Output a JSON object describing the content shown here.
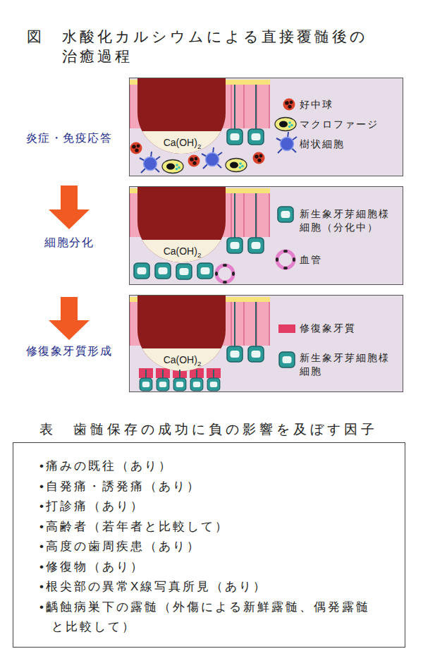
{
  "diagram": {
    "title": "図　水酸化カルシウムによる直接覆髄後の治癒過程",
    "nodes": [
      {
        "text": [
          "炎症・免疫応答"
        ]
      },
      {
        "text": [
          "Ca(OH)2"
        ]
      },
      {
        "text": [
          "細胞分化"
        ]
      },
      {
        "text": [
          "Ca(OH)2"
        ]
      },
      {
        "text": [
          "修復象牙質形成"
        ]
      },
      {
        "text": [
          "Ca(OH)2"
        ]
      },
      {
        "text": [
          "表　歯髄保存の成功に負の影響を及ぼす因子",
          "•痛みの既往（あり）",
          "•自発痛・誘発痛（あり）",
          "•打診痛（あり）",
          "•高齢者（若年者と比較して）",
          "•高度の歯周疾患（あり）",
          "•修復物（あり）",
          "•根尖部の異常X線写真所見（あり）",
          "•齲蝕病巣下の露髄（外傷による新鮮露髄、偶発露髄と比較して）"
        ]
      }
    ],
    "edges": [
      {
        "from": 0,
        "to": 2,
        "arrow": "to"
      },
      {
        "from": 2,
        "to": 4,
        "arrow": "to"
      }
    ],
    "legend": [
      {
        "text": "好中球"
      },
      {
        "text": "マクロファージ"
      },
      {
        "text": "樹状細胞"
      },
      {
        "text": "新生象牙芽細胞様細胞（分化中）"
      },
      {
        "text": "血管"
      },
      {
        "text": "修復象牙質",
        "color": "#e23c64"
      },
      {
        "text": "新生象牙芽細胞様細胞"
      }
    ]
  }
}
